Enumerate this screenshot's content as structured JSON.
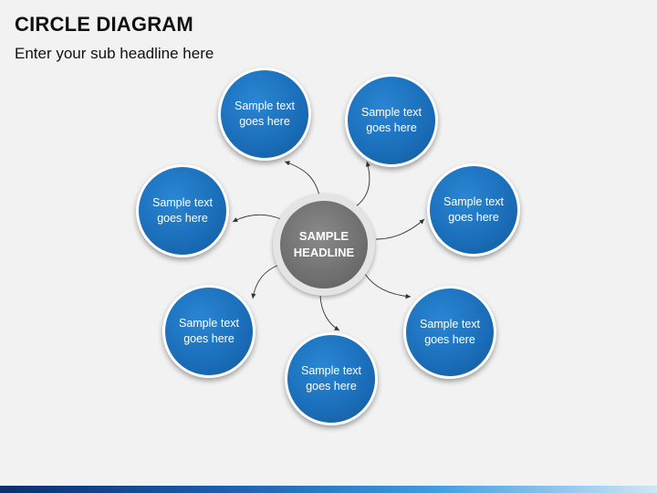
{
  "title": "CIRCLE DIAGRAM",
  "subtitle": "Enter your sub headline here",
  "center_label": "SAMPLE HEADLINE",
  "nodes": [
    {
      "text": "Sample text goes here"
    },
    {
      "text": "Sample text goes here"
    },
    {
      "text": "Sample text goes here"
    },
    {
      "text": "Sample text goes here"
    },
    {
      "text": "Sample text goes here"
    },
    {
      "text": "Sample text goes here"
    },
    {
      "text": "Sample text goes here"
    }
  ],
  "colors": {
    "node_fill": "#1a6db8",
    "center_fill": "#6f6f6f",
    "background": "#f2f2f2",
    "arrow": "#333333"
  }
}
